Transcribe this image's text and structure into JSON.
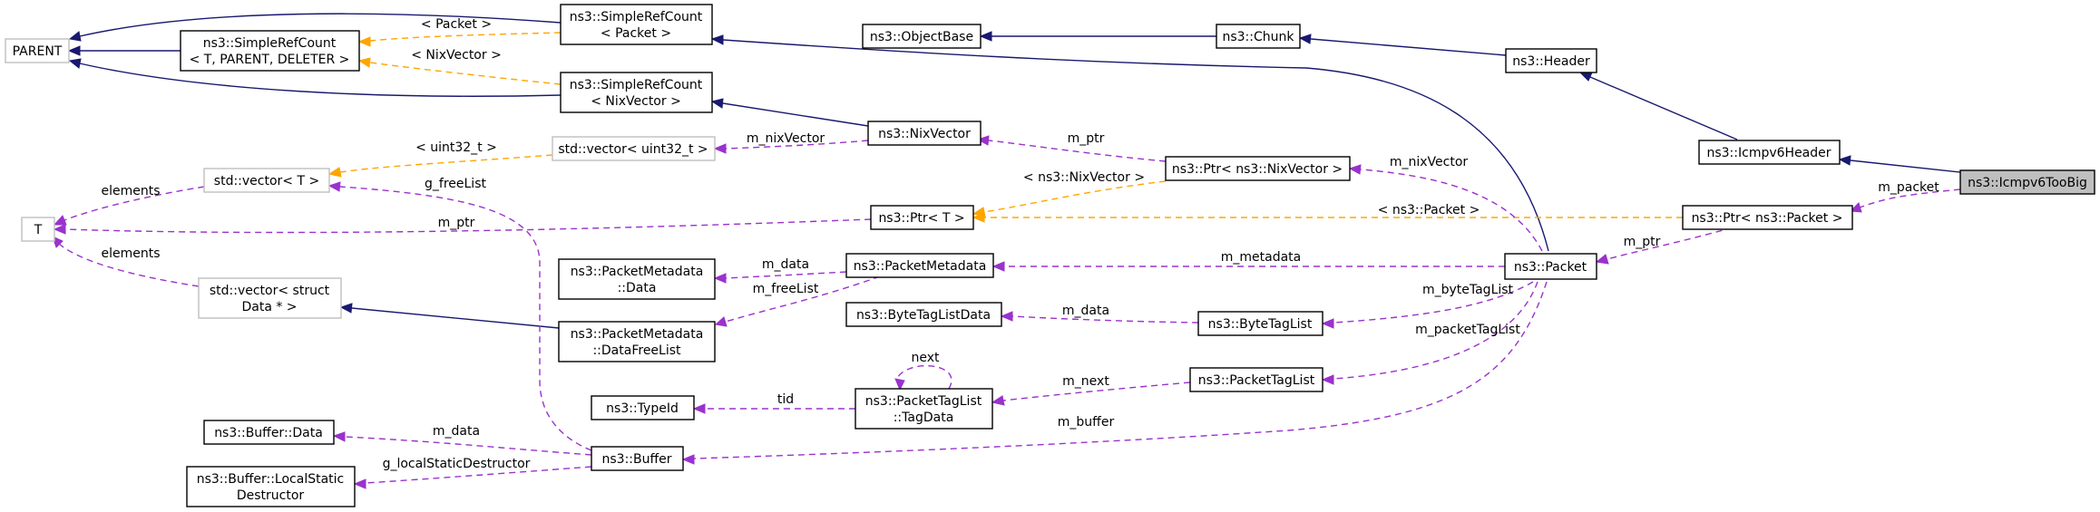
{
  "nodes": {
    "parent": {
      "lines": [
        "PARENT"
      ]
    },
    "simplerefcount_tpl": {
      "lines": [
        "ns3::SimpleRefCount",
        "< T, PARENT, DELETER >"
      ]
    },
    "simplerefcount_packet": {
      "lines": [
        "ns3::SimpleRefCount",
        "< Packet >"
      ]
    },
    "simplerefcount_nixvector": {
      "lines": [
        "ns3::SimpleRefCount",
        "< NixVector >"
      ]
    },
    "objectbase": {
      "lines": [
        "ns3::ObjectBase"
      ]
    },
    "chunk": {
      "lines": [
        "ns3::Chunk"
      ]
    },
    "header": {
      "lines": [
        "ns3::Header"
      ]
    },
    "icmpv6header": {
      "lines": [
        "ns3::Icmpv6Header"
      ]
    },
    "icmpv6toobig": {
      "lines": [
        "ns3::Icmpv6TooBig"
      ]
    },
    "nixvector": {
      "lines": [
        "ns3::NixVector"
      ]
    },
    "vector_uint32": {
      "lines": [
        "std::vector< uint32_t >"
      ]
    },
    "vector_t": {
      "lines": [
        "std::vector< T >"
      ]
    },
    "t": {
      "lines": [
        "T"
      ]
    },
    "ptr_t": {
      "lines": [
        "ns3::Ptr< T >"
      ]
    },
    "ptr_nixvector": {
      "lines": [
        "ns3::Ptr< ns3::NixVector >"
      ]
    },
    "ptr_packet": {
      "lines": [
        "ns3::Ptr< ns3::Packet >"
      ]
    },
    "vector_struct": {
      "lines": [
        "std::vector< struct",
        "Data * >"
      ]
    },
    "packetmetadata_data": {
      "lines": [
        "ns3::PacketMetadata",
        "::Data"
      ]
    },
    "packetmetadata": {
      "lines": [
        "ns3::PacketMetadata"
      ]
    },
    "packet": {
      "lines": [
        "ns3::Packet"
      ]
    },
    "bytetaglistdata": {
      "lines": [
        "ns3::ByteTagListData"
      ]
    },
    "bytetaglist": {
      "lines": [
        "ns3::ByteTagList"
      ]
    },
    "packetmetadata_datafreelist": {
      "lines": [
        "ns3::PacketMetadata",
        "::DataFreeList"
      ]
    },
    "packettaglist": {
      "lines": [
        "ns3::PacketTagList"
      ]
    },
    "packettaglist_tagdata": {
      "lines": [
        "ns3::PacketTagList",
        "::TagData"
      ]
    },
    "typeid": {
      "lines": [
        "ns3::TypeId"
      ]
    },
    "buffer_data": {
      "lines": [
        "ns3::Buffer::Data"
      ]
    },
    "buffer": {
      "lines": [
        "ns3::Buffer"
      ]
    },
    "buffer_localstatic": {
      "lines": [
        "ns3::Buffer::LocalStatic",
        "Destructor"
      ]
    }
  },
  "edge_labels": {
    "packet_tpl": "< Packet >",
    "nixvector_tpl": "< NixVector >",
    "m_nixvector_vec": "m_nixVector",
    "m_ptr_nix": "m_ptr",
    "m_nixvector_packet": "m_nixVector",
    "uint32_tpl": "< uint32_t >",
    "g_freelist": "g_freeList",
    "elements_t": "elements",
    "m_ptr_t": "m_ptr",
    "nixvector_ptr_tpl": "< ns3::NixVector >",
    "packet_ptr_tpl": "< ns3::Packet >",
    "m_packet": "m_packet",
    "m_ptr_packet": "m_ptr",
    "elements_struct": "elements",
    "m_data_meta": "m_data",
    "m_metadata": "m_metadata",
    "m_freelist": "m_freeList",
    "m_data_bytetag": "m_data",
    "m_bytetaglist": "m_byteTagList",
    "m_packettaglist": "m_packetTagList",
    "next": "next",
    "m_next": "m_next",
    "tid": "tid",
    "m_buffer": "m_buffer",
    "m_data_buffer": "m_data",
    "g_localstatic": "g_localStaticDestructor"
  },
  "colors": {
    "inheritance": "#191970",
    "usage": "#9a32cd",
    "template": "#ffa500",
    "external_border": "#bfbfbf",
    "focus_fill": "#bfbfbf"
  }
}
